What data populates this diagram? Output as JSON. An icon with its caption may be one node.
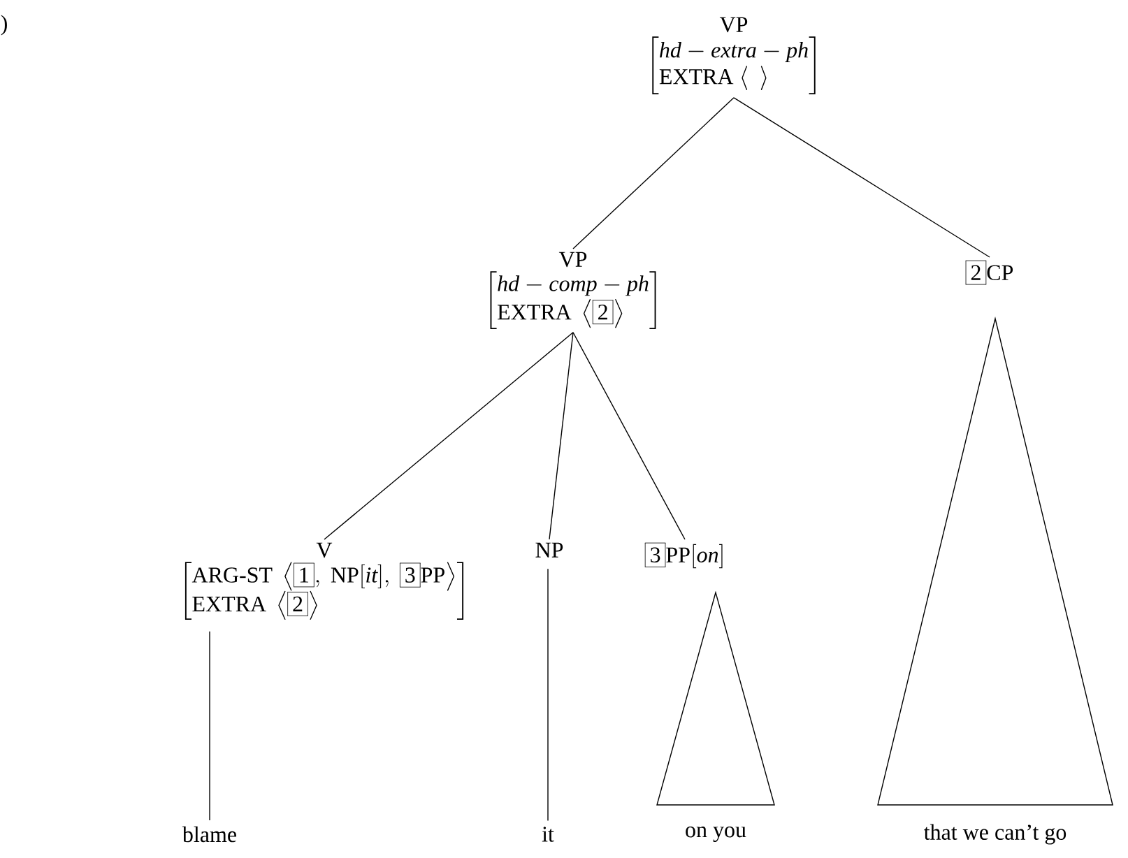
{
  "diagram": {
    "nodes": [
      {
        "text": [
          "VP",
          "\\left[\\begin{array}{@{}l@{}}\\textit{hd}-\\textit{extra}-\\textit{ph}\\\\ \\text{EXTRA}\\ \\langle\\ \\ \\rangle\\end{array}\\right]"
        ]
      },
      {
        "text": [
          "VP",
          "\\left[\\begin{array}{@{}l@{}}\\textit{hd}-\\textit{comp}-\\textit{ph}\\\\ \\text{EXTRA}\\ \\left\\langle\\fbox{2}\\right\\rangle\\end{array}\\right]"
        ]
      },
      {
        "text": [
          "\\fbox{2}\\text{CP}"
        ]
      },
      {
        "text": [
          "V",
          "\\left[\\begin{array}{@{}l@{}}\\text{ARG-ST}\\ \\left\\langle\\fbox{1},\\ \\text{NP}[\\textit{it}],\\ \\fbox{3}\\text{PP}\\right\\rangle\\\\ \\text{EXTRA}\\ \\left\\langle\\fbox{2}\\right\\rangle\\end{array}\\right]"
        ]
      },
      {
        "text": [
          "NP"
        ]
      },
      {
        "text": [
          "\\fbox{3}\\text{PP}[\\textit{on}]"
        ]
      },
      {
        "text": [],
        "shape": "triangle",
        "beside": [
          "on you"
        ]
      },
      {
        "text": [],
        "shape": "triangle",
        "beside": [
          "that we can’t go"
        ]
      },
      {
        "text": [
          "blame"
        ]
      },
      {
        "text": [
          "it"
        ]
      }
    ],
    "edges": [
      {
        "from": 0,
        "to": 1,
        "arrow": "none"
      },
      {
        "from": 0,
        "to": 2,
        "arrow": "none"
      },
      {
        "from": 1,
        "to": 3,
        "arrow": "none"
      },
      {
        "from": 1,
        "to": 4,
        "arrow": "none"
      },
      {
        "from": 1,
        "to": 5,
        "arrow": "none"
      },
      {
        "from": 3,
        "to": 8,
        "arrow": "none"
      },
      {
        "from": 4,
        "to": 9,
        "arrow": "none"
      }
    ],
    "labels": [
      ")"
    ]
  }
}
